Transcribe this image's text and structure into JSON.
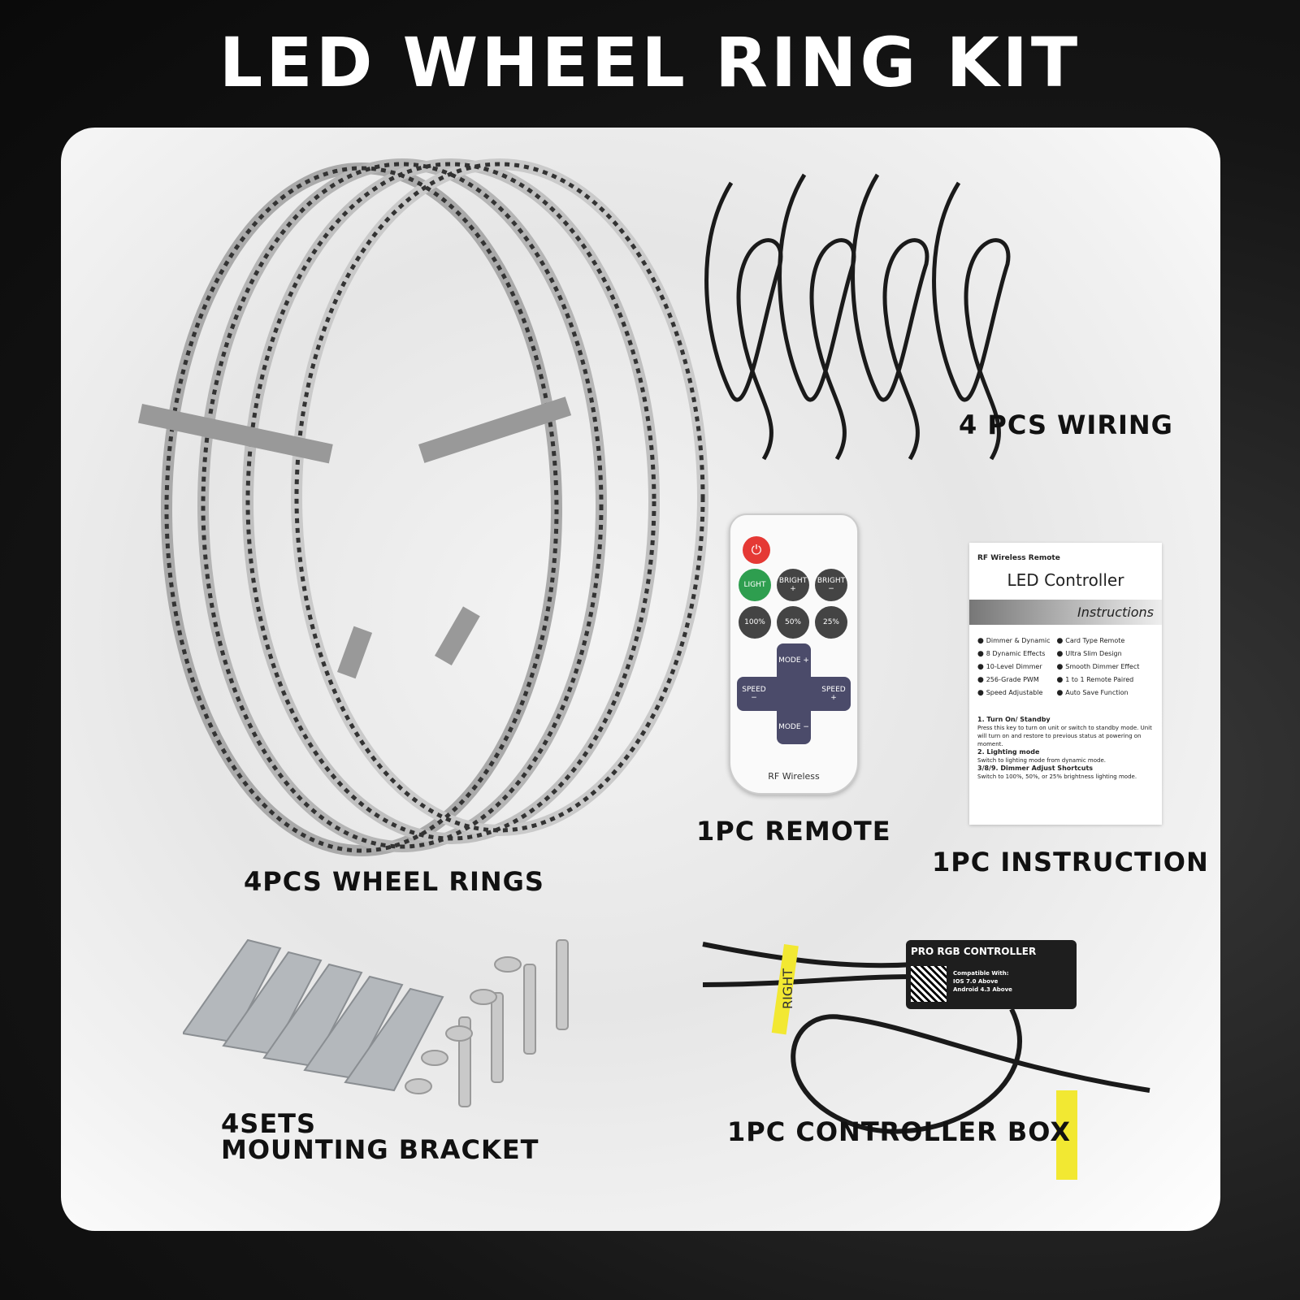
{
  "title": "LED WHEEL RING KIT",
  "labels": {
    "wheel_rings": "4PCS WHEEL RINGS",
    "wiring": "4 PCS WIRING",
    "remote": "1PC REMOTE",
    "instruction": "1PC INSTRUCTION",
    "bracket_line1": "4SETS",
    "bracket_line2": "MOUNTING BRACKET",
    "controller": "1PC CONTROLLER BOX"
  },
  "remote": {
    "buttons": [
      "LIGHT",
      "BRIGHT +",
      "BRIGHT −",
      "100%",
      "50%",
      "25%",
      "MODE +",
      "SPEED −",
      "SPEED +",
      "MODE −"
    ],
    "footer": "RF Wireless",
    "power_color": "#e53935",
    "light_color": "#2e9e4f",
    "pad_color": "#4b4b6a"
  },
  "instruction_sheet": {
    "header": "RF Wireless Remote",
    "title": "LED Controller",
    "subtitle": "Instructions",
    "features_left": [
      "Dimmer & Dynamic",
      "8 Dynamic Effects",
      "10-Level Dimmer",
      "256-Grade PWM",
      "Speed Adjustable"
    ],
    "features_right": [
      "Card Type Remote",
      "Ultra Slim Design",
      "Smooth Dimmer Effect",
      "1 to 1 Remote Paired",
      "Auto Save Function"
    ],
    "steps": [
      {
        "title": "1. Turn On/ Standby",
        "text": "Press this key to turn on unit or switch to standby mode. Unit will turn on and restore to previous status at powering on moment."
      },
      {
        "title": "2. Lighting mode",
        "text": "Switch to lighting mode from dynamic mode."
      },
      {
        "title": "3/8/9. Dimmer Adjust Shortcuts",
        "text": "Switch to 100%, 50%, or 25% brightness lighting mode."
      }
    ]
  },
  "controller_box": {
    "brand": "PRO RGB CONTROLLER",
    "compat_title": "Compatible With:",
    "compat_ios": "IOS 7.0 Above",
    "compat_android": "Android 4.3 Above",
    "tag": "RIGHT"
  }
}
